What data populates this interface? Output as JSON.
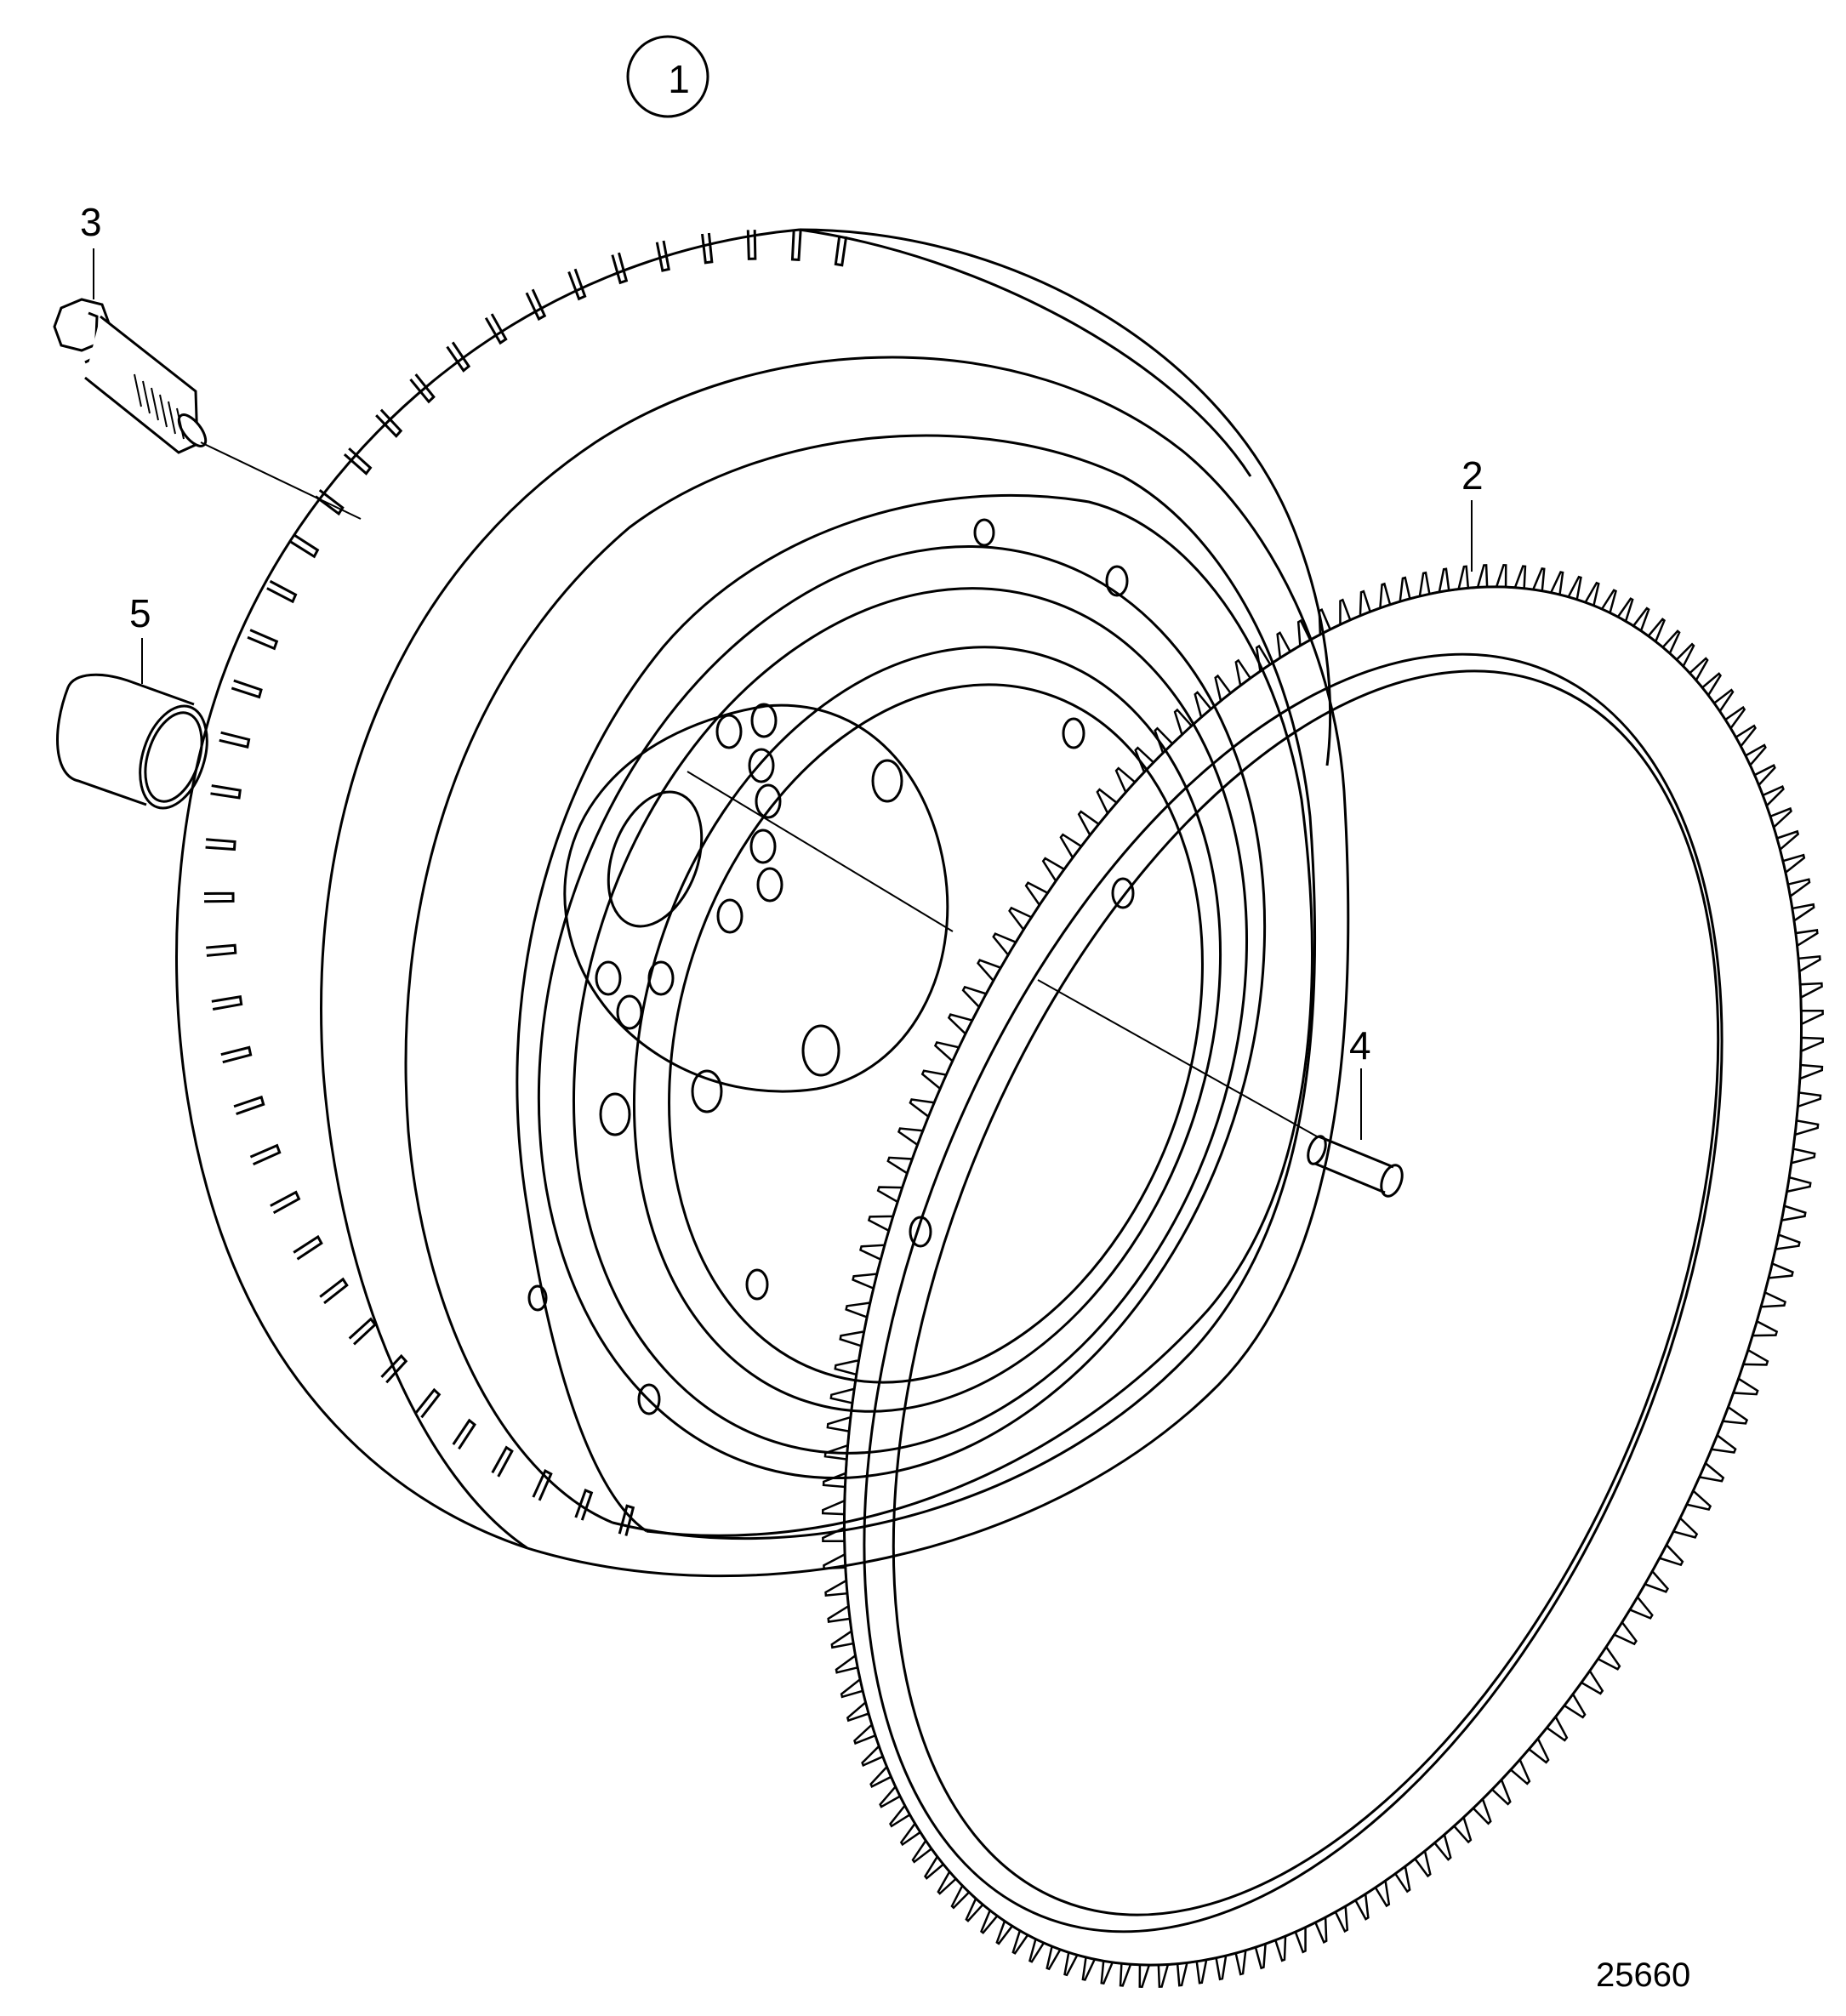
{
  "diagram": {
    "assembly_callout": "1",
    "callouts": {
      "ring_gear": "2",
      "bolt": "3",
      "dowel_pin": "4",
      "bushing": "5"
    },
    "figure_number": "25660",
    "line_color": "#000000",
    "background": "#ffffff"
  }
}
